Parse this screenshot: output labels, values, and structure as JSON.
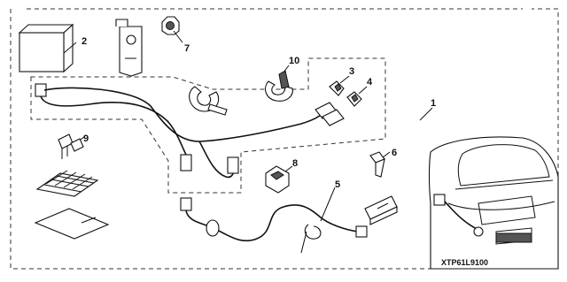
{
  "diagram": {
    "callouts": [
      "1",
      "2",
      "3",
      "4",
      "5",
      "6",
      "7",
      "8",
      "9",
      "10"
    ],
    "diagram_code": "XTP61L9100"
  },
  "icons": {
    "control-module": "box-module",
    "mounting-bracket": "bracket",
    "grommet-nut": "nut",
    "wire-harness": "harness",
    "connector-3": "clip-connector",
    "connector-4": "clip-connector",
    "fuse": "blade-fuse",
    "cable-tie": "tie-wrap",
    "bolt": "bolt",
    "holder": "clip-holder",
    "trailer-harness": "harness",
    "vehicle": "suv-rear-view"
  }
}
